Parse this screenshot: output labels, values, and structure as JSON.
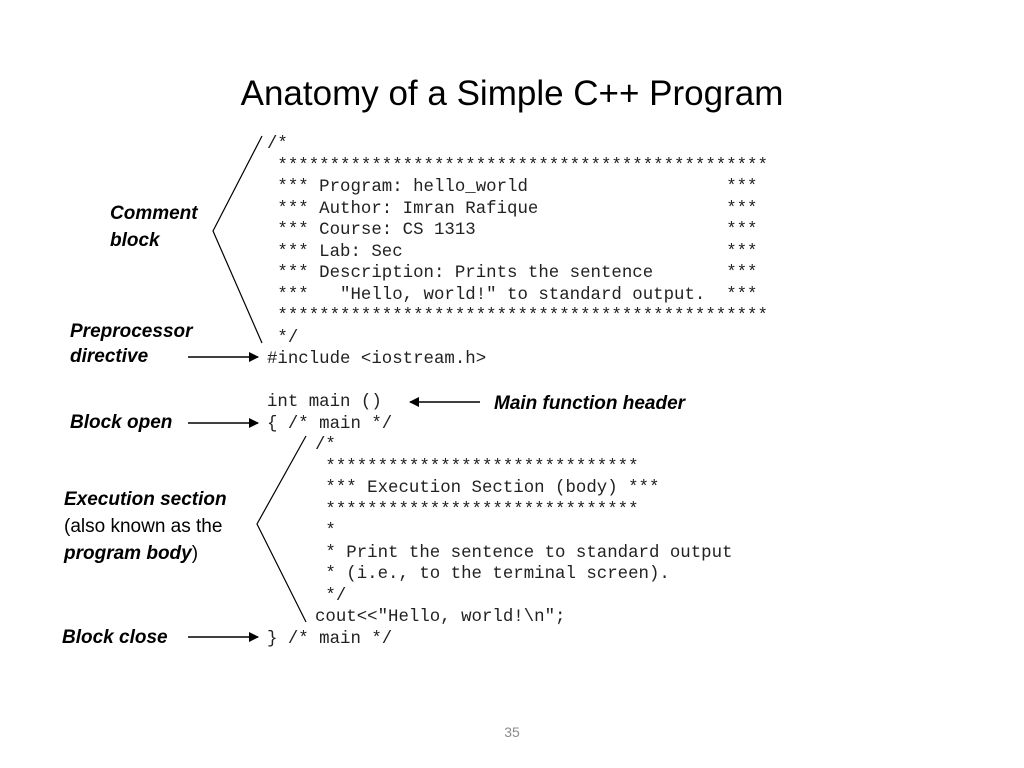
{
  "slide": {
    "title": "Anatomy of a Simple C++ Program",
    "page_number": "35"
  },
  "code": {
    "header_lines": [
      "/*",
      " ***********************************************",
      " *** Program: hello_world                   ***",
      " *** Author: Imran Rafique                  ***",
      " *** Course: CS 1313                        ***",
      " *** Lab: Sec                               ***",
      " *** Description: Prints the sentence       ***",
      " ***   \"Hello, world!\" to standard output.  ***",
      " ***********************************************",
      " */",
      "#include <iostream.h>",
      "",
      "int main ()",
      "{ /* main */"
    ],
    "body_lines": [
      "/*",
      " ******************************",
      " *** Execution Section (body) ***",
      " ******************************",
      " *",
      " * Print the sentence to standard output",
      " * (i.e., to the terminal screen).",
      " */",
      "cout<<\"Hello, world!\\n\";"
    ],
    "closing_line": "} /* main */"
  },
  "labels": {
    "comment_block": {
      "line1": "Comment",
      "line2": "block"
    },
    "preprocessor": {
      "line1": "Preprocessor",
      "line2": "directive"
    },
    "main_header": "Main function header",
    "block_open": "Block open",
    "execution": {
      "line1": "Execution section",
      "line2": "(also known as the",
      "line3_bold": "program body",
      "line3_tail": ")"
    },
    "block_close": "Block close"
  },
  "colors": {
    "text": "#000000",
    "code_text": "#222222",
    "page_number": "#8c8c8c",
    "lines": "#000000"
  }
}
